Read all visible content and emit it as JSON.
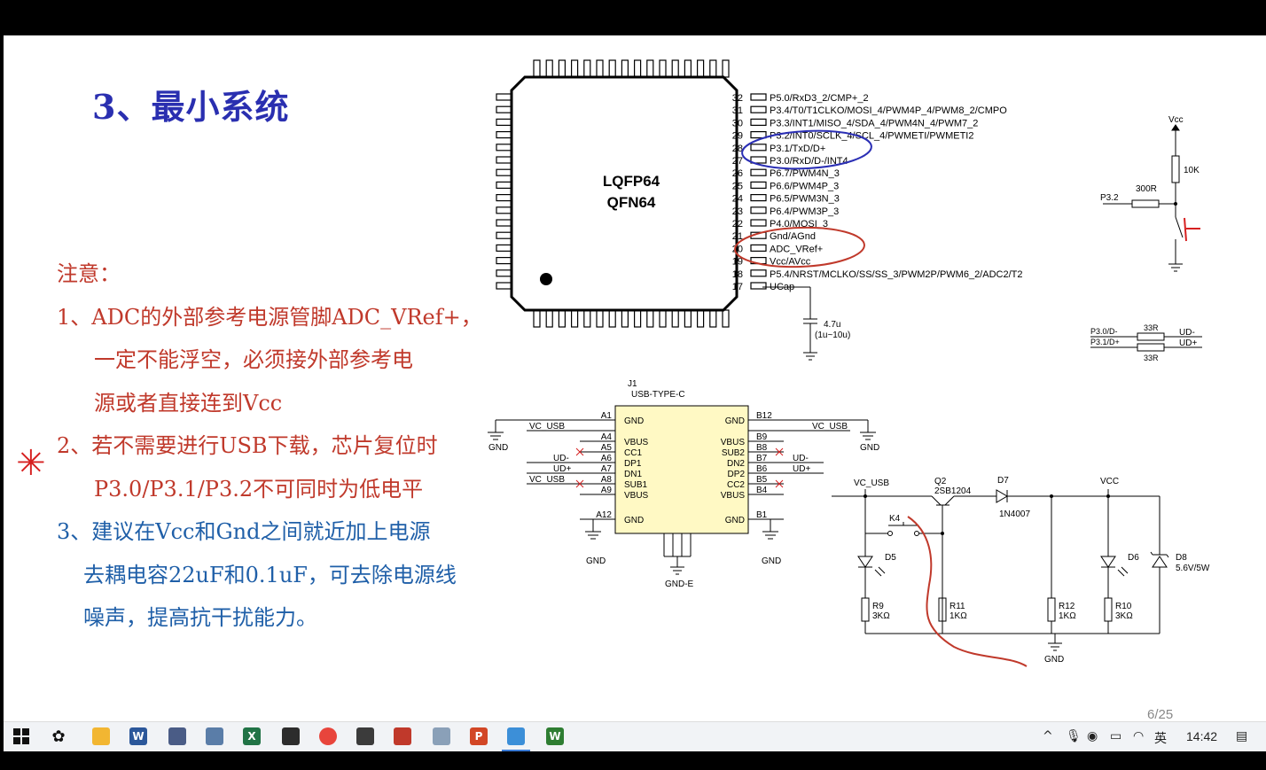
{
  "slide": {
    "title": "3、最小系统",
    "notes_heading": "注意：",
    "note1_line1": "1、ADC的外部参考电源管脚ADC_VRef+，",
    "note1_line2": "一定不能浮空，必须接外部参考电",
    "note1_line3": "源或者直接连到Vcc",
    "note2_line1": "2、若不需要进行USB下载，芯片复位时",
    "note2_line2": "P3.0/P3.1/P3.2不可同时为低电平",
    "note3_line1": "3、建议在Vcc和Gnd之间就近加上电源",
    "note3_line2": "去耦电容22uF和0.1uF，可去除电源线",
    "note3_line3": "噪声，提高抗干扰能力。",
    "annotation_star": "✳",
    "page_number": "6/25"
  },
  "chip": {
    "package_line1": "LQFP64",
    "package_line2": "QFN64",
    "pins": [
      {
        "num": "32",
        "label": "P5.0/RxD3_2/CMP+_2"
      },
      {
        "num": "31",
        "label": "P3.4/T0/T1CLKO/MOSI_4/PWM4P_4/PWM8_2/CMPO"
      },
      {
        "num": "30",
        "label": "P3.3/INT1/MISO_4/SDA_4/PWM4N_4/PWM7_2"
      },
      {
        "num": "29",
        "label": "P3.2/INT0/SCLK_4/SCL_4/PWMETI/PWMETI2"
      },
      {
        "num": "28",
        "label": "P3.1/TxD/D+"
      },
      {
        "num": "27",
        "label": "P3.0/RxD/D-/INT4"
      },
      {
        "num": "26",
        "label": "P6.7/PWM4N_3"
      },
      {
        "num": "25",
        "label": "P6.6/PWM4P_3"
      },
      {
        "num": "24",
        "label": "P6.5/PWM3N_3"
      },
      {
        "num": "23",
        "label": "P6.4/PWM3P_3"
      },
      {
        "num": "22",
        "label": "P4.0/MOSI_3"
      },
      {
        "num": "21",
        "label": "Gnd/AGnd"
      },
      {
        "num": "20",
        "label": "ADC_VRef+"
      },
      {
        "num": "19",
        "label": "Vcc/AVcc"
      },
      {
        "num": "18",
        "label": "P5.4/NRST/MCLKO/SS/SS_3/PWM2P/PWM6_2/ADC2/T2"
      },
      {
        "num": "17",
        "label": "UCap"
      }
    ],
    "ucap_cap": "4.7u",
    "ucap_range": "(1u~10u)"
  },
  "reset_circuit": {
    "vcc": "Vcc",
    "r_pull": "10K",
    "r_series": "300R",
    "pin": "P3.2"
  },
  "usb_res": {
    "pin_dm": "P3.0/D-",
    "pin_dp": "P3.1/D+",
    "r_top": "33R",
    "r_bot": "33R",
    "ud_minus": "UD-",
    "ud_plus": "UD+"
  },
  "usb_conn": {
    "ref": "J1",
    "type": "USB-TYPE-C",
    "left_pins": [
      "A1",
      "A4",
      "A5",
      "A6",
      "A7",
      "A8",
      "A9",
      "A12"
    ],
    "left_labels": [
      "GND",
      "VBUS",
      "CC1",
      "DP1",
      "DN1",
      "SUB1",
      "VBUS",
      "GND"
    ],
    "right_pins": [
      "B12",
      "B9",
      "B8",
      "B7",
      "B6",
      "B5",
      "B4",
      "B1"
    ],
    "right_labels": [
      "GND",
      "VBUS",
      "SUB2",
      "DN2",
      "DP2",
      "CC2",
      "VBUS",
      "GND"
    ],
    "net_vc_usb": "VC_USB",
    "net_gnd": "GND",
    "net_ud_minus": "UD-",
    "net_ud_plus": "UD+",
    "net_gnd_e": "GND-E"
  },
  "power": {
    "vc_usb": "VC_USB",
    "q2": "Q2",
    "q2_part": "2SB1204",
    "d7": "D7",
    "d7_part": "1N4007",
    "vcc": "VCC",
    "k4": "K4",
    "d5": "D5",
    "d6": "D6",
    "d8": "D8",
    "d8_part": "5.6V/5W",
    "r9": "R9",
    "r9_val": "3KΩ",
    "r11": "R11",
    "r11_val": "1KΩ",
    "r12": "R12",
    "r12_val": "1KΩ",
    "r10": "R10",
    "r10_val": "3KΩ",
    "gnd": "GND"
  },
  "taskbar": {
    "clock": "14:42",
    "ime": "英",
    "chevron": "^"
  }
}
